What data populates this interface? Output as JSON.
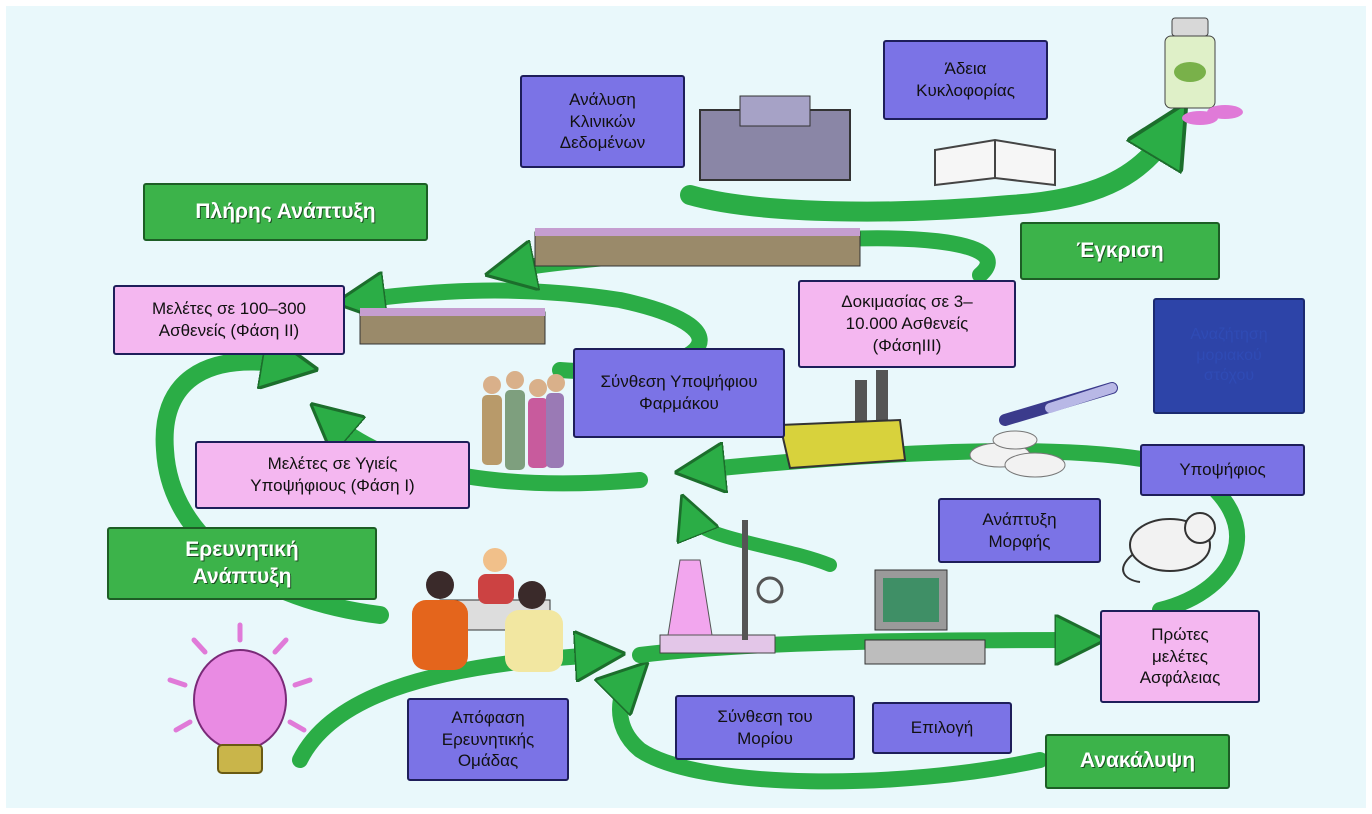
{
  "colors": {
    "background": "#e9f8fb",
    "arrow_green": "#2bad46",
    "label_green": "#3cb34a",
    "box_blue": "#7b73e6",
    "box_pink": "#f4b7f0",
    "box_dark_blue": "#2d44a8"
  },
  "stages": {
    "discovery": "Ανακάλυψη",
    "exploratory": "Ερευνητική\nΑνάπτυξη",
    "full": "Πλήρης Ανάπτυξη",
    "approval": "Έγκριση"
  },
  "steps": {
    "team_decision": "Απόφαση\nΕρευνητικής\nΟμάδας",
    "molecule_synthesis": "Σύνθεση του\nΜορίου",
    "selection": "Επιλογή",
    "safety_studies": "Πρώτες\nμελέτες\nΑσφάλειας",
    "form_development": "Ανάπτυξη\nΜορφής",
    "candidate": "Υποψήφιος",
    "hidden_box": "Αναζήτηση\nμοριακού\nστόχου",
    "candidate_synthesis": "Σύνθεση Υποψήφιου\nΦαρμάκου",
    "phase1": "Μελέτες σε Υγιείς\nΥποψήφιους (Φάση Ι)",
    "phase2": "Μελέτες σε 100–300\nΑσθενείς (Φάση ΙΙ)",
    "phase3": "Δοκιμασίας σε 3–\n10.000 Ασθενείς\n(ΦάσηΙΙΙ)",
    "clinical_analysis": "Ανάλυση\nΚλινικών\nΔεδομένων",
    "marketing_license": "Άδεια\nΚυκλοφορίας"
  },
  "illustrations": [
    "lightbulb-icon",
    "team-meeting-icon",
    "lab-equipment-icon",
    "computer-icon",
    "factory-icon",
    "pills-syringe-icon",
    "mouse-icon",
    "people-group-icon",
    "hospital-beds-icon",
    "hospital-building-icon",
    "book-icon",
    "medicine-bottle-icon"
  ]
}
